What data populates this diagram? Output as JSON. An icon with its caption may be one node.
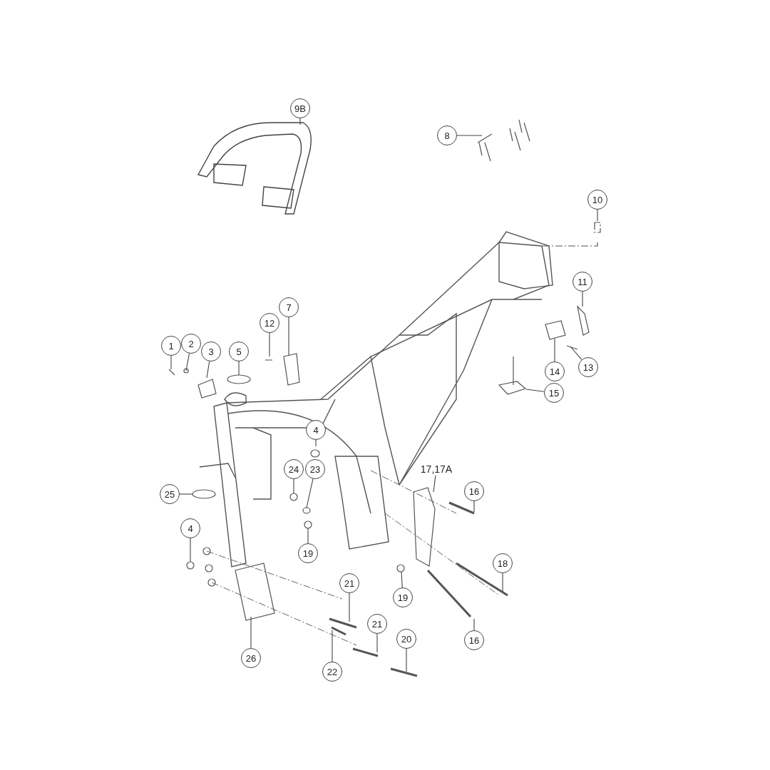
{
  "diagram": {
    "nodes": [
      {
        "text": [
          "9B"
        ]
      },
      {
        "text": [
          "8"
        ]
      },
      {
        "text": [
          "10"
        ]
      },
      {
        "text": [
          "11"
        ]
      },
      {
        "text": [
          "12"
        ]
      },
      {
        "text": [
          "7"
        ]
      },
      {
        "text": [
          "1"
        ]
      },
      {
        "text": [
          "2"
        ]
      },
      {
        "text": [
          "3"
        ]
      },
      {
        "text": [
          "5"
        ]
      },
      {
        "text": [
          "14"
        ]
      },
      {
        "text": [
          "13"
        ]
      },
      {
        "text": [
          "15"
        ]
      },
      {
        "text": [
          "4"
        ]
      },
      {
        "text": [
          "24"
        ]
      },
      {
        "text": [
          "23"
        ]
      },
      {
        "text": [
          "17,17A"
        ]
      },
      {
        "text": [
          "16"
        ]
      },
      {
        "text": [
          "25"
        ]
      },
      {
        "text": [
          "19"
        ]
      },
      {
        "text": [
          "4"
        ]
      },
      {
        "text": [
          "18"
        ]
      },
      {
        "text": [
          "21"
        ]
      },
      {
        "text": [
          "19"
        ]
      },
      {
        "text": [
          "16"
        ]
      },
      {
        "text": [
          "21"
        ]
      },
      {
        "text": [
          "20"
        ]
      },
      {
        "text": [
          "26"
        ]
      },
      {
        "text": [
          "22"
        ]
      }
    ],
    "edges": [
      {
        "from": 0,
        "to": null,
        "arrow": "none"
      },
      {
        "from": 1,
        "to": null,
        "arrow": "none"
      },
      {
        "from": 2,
        "to": null,
        "arrow": "none"
      },
      {
        "from": 3,
        "to": null,
        "arrow": "none"
      },
      {
        "from": 4,
        "to": null,
        "arrow": "none"
      },
      {
        "from": 5,
        "to": null,
        "arrow": "none"
      },
      {
        "from": 6,
        "to": null,
        "arrow": "none"
      },
      {
        "from": 7,
        "to": null,
        "arrow": "none"
      },
      {
        "from": 8,
        "to": null,
        "arrow": "none"
      },
      {
        "from": 9,
        "to": null,
        "arrow": "none"
      },
      {
        "from": 10,
        "to": null,
        "arrow": "none"
      },
      {
        "from": 11,
        "to": null,
        "arrow": "none"
      },
      {
        "from": 12,
        "to": null,
        "arrow": "none"
      },
      {
        "from": 13,
        "to": null,
        "arrow": "none"
      },
      {
        "from": 14,
        "to": null,
        "arrow": "none"
      },
      {
        "from": 15,
        "to": null,
        "arrow": "none"
      },
      {
        "from": 16,
        "to": null,
        "arrow": "none"
      },
      {
        "from": 17,
        "to": null,
        "arrow": "none"
      },
      {
        "from": 18,
        "to": null,
        "arrow": "none"
      },
      {
        "from": 19,
        "to": null,
        "arrow": "none"
      },
      {
        "from": 20,
        "to": null,
        "arrow": "none"
      },
      {
        "from": 21,
        "to": null,
        "arrow": "none"
      },
      {
        "from": 22,
        "to": null,
        "arrow": "none"
      },
      {
        "from": 23,
        "to": null,
        "arrow": "none"
      },
      {
        "from": 24,
        "to": null,
        "arrow": "none"
      },
      {
        "from": 25,
        "to": null,
        "arrow": "none"
      },
      {
        "from": 26,
        "to": null,
        "arrow": "none"
      },
      {
        "from": 27,
        "to": null,
        "arrow": "none"
      },
      {
        "from": 28,
        "to": null,
        "arrow": "none"
      }
    ]
  }
}
